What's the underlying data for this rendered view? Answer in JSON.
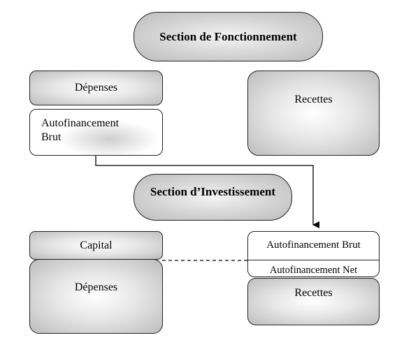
{
  "fonctionnement": {
    "title": "Section de Fonctionnement",
    "depenses": "Dépenses",
    "autofinancement_brut": "Autofinancement Brut",
    "recettes": "Recettes"
  },
  "investissement": {
    "title": "Section d’Investissement",
    "capital": "Capital",
    "depenses": "Dépenses",
    "autofinancement_brut": "Autofinancement Brut",
    "autofinancement_net": "Autofinancement Net",
    "recettes": "Recettes"
  }
}
